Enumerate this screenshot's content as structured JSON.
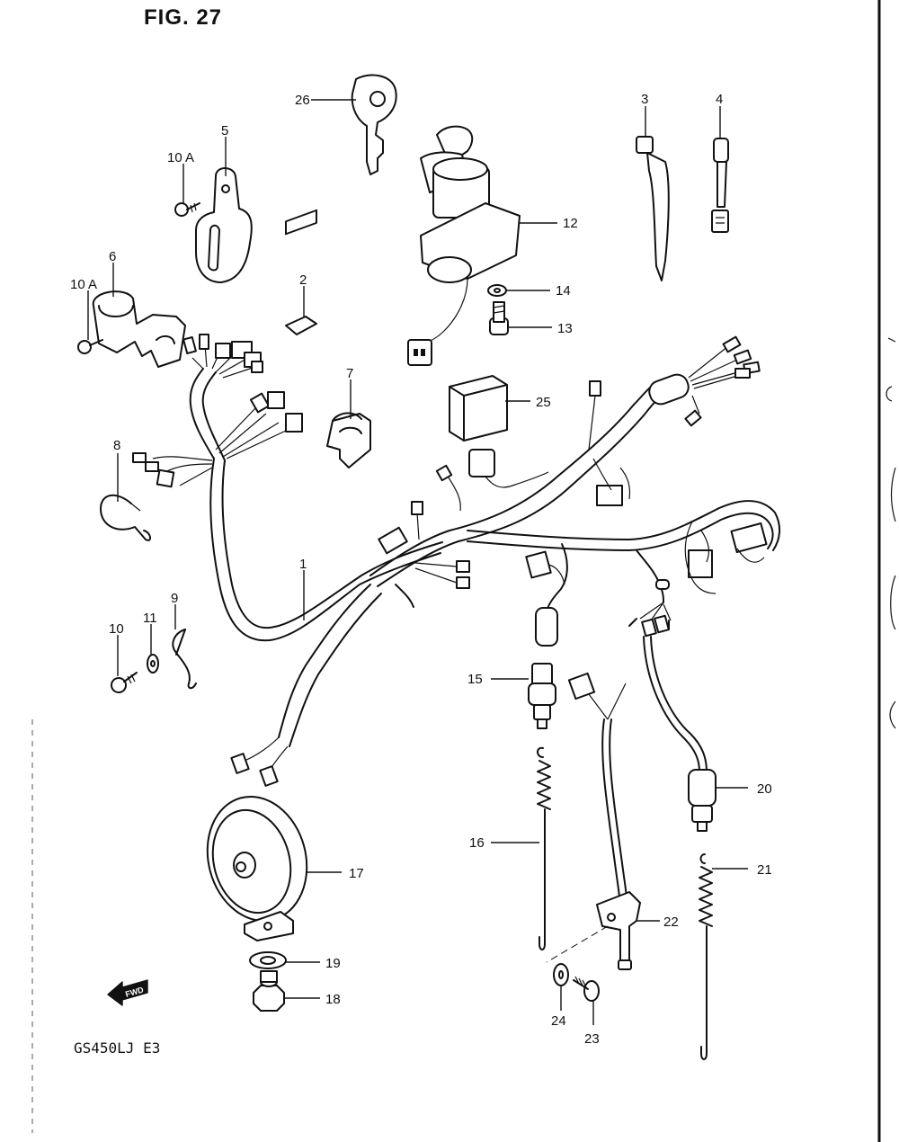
{
  "figure": {
    "title": "FIG. 27",
    "model_code": "GS450LJ  E3",
    "direction_marker": "FWD"
  },
  "callouts": [
    {
      "id": "c1",
      "label": "1"
    },
    {
      "id": "c2",
      "label": "2"
    },
    {
      "id": "c3",
      "label": "3"
    },
    {
      "id": "c4",
      "label": "4"
    },
    {
      "id": "c5",
      "label": "5"
    },
    {
      "id": "c6",
      "label": "6"
    },
    {
      "id": "c7",
      "label": "7"
    },
    {
      "id": "c8",
      "label": "8"
    },
    {
      "id": "c9",
      "label": "9"
    },
    {
      "id": "c10",
      "label": "10"
    },
    {
      "id": "c10a1",
      "label": "10 A"
    },
    {
      "id": "c10a2",
      "label": "10 A"
    },
    {
      "id": "c11",
      "label": "11"
    },
    {
      "id": "c12",
      "label": "12"
    },
    {
      "id": "c13",
      "label": "13"
    },
    {
      "id": "c14",
      "label": "14"
    },
    {
      "id": "c15",
      "label": "15"
    },
    {
      "id": "c16",
      "label": "16"
    },
    {
      "id": "c17",
      "label": "17"
    },
    {
      "id": "c18",
      "label": "18"
    },
    {
      "id": "c19",
      "label": "19"
    },
    {
      "id": "c20",
      "label": "20"
    },
    {
      "id": "c21",
      "label": "21"
    },
    {
      "id": "c22",
      "label": "22"
    },
    {
      "id": "c23",
      "label": "23"
    },
    {
      "id": "c24",
      "label": "24"
    },
    {
      "id": "c25",
      "label": "25"
    },
    {
      "id": "c26",
      "label": "26"
    }
  ]
}
